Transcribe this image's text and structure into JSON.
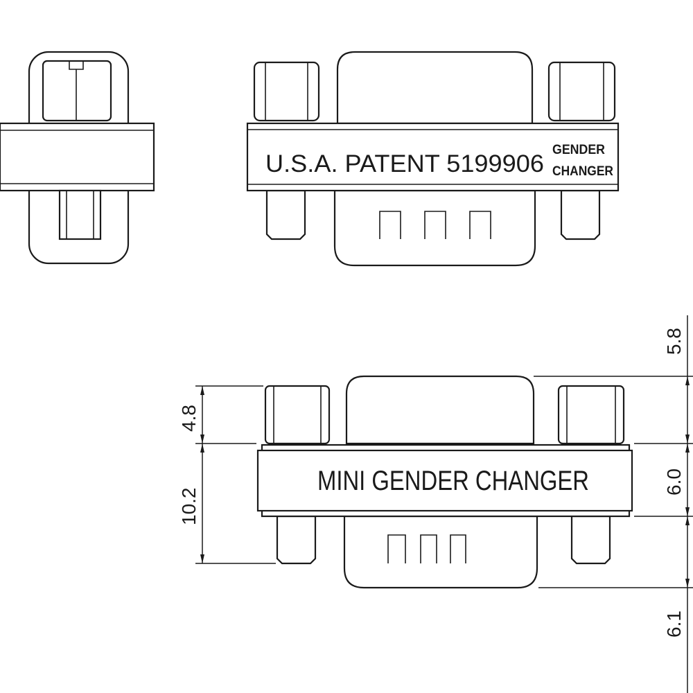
{
  "top_view": {
    "patent_label": "U.S.A.  PATENT  5199906",
    "product_label_line1": "GENDER",
    "product_label_line2": "CHANGER"
  },
  "front_view": {
    "product_label": "MINI  GENDER  CHANGER"
  },
  "dimensions": {
    "screw_height": "4.8",
    "pin_span": "10.2",
    "shell_top": "5.8",
    "band_height": "6.0",
    "shell_bottom": "6.1"
  }
}
